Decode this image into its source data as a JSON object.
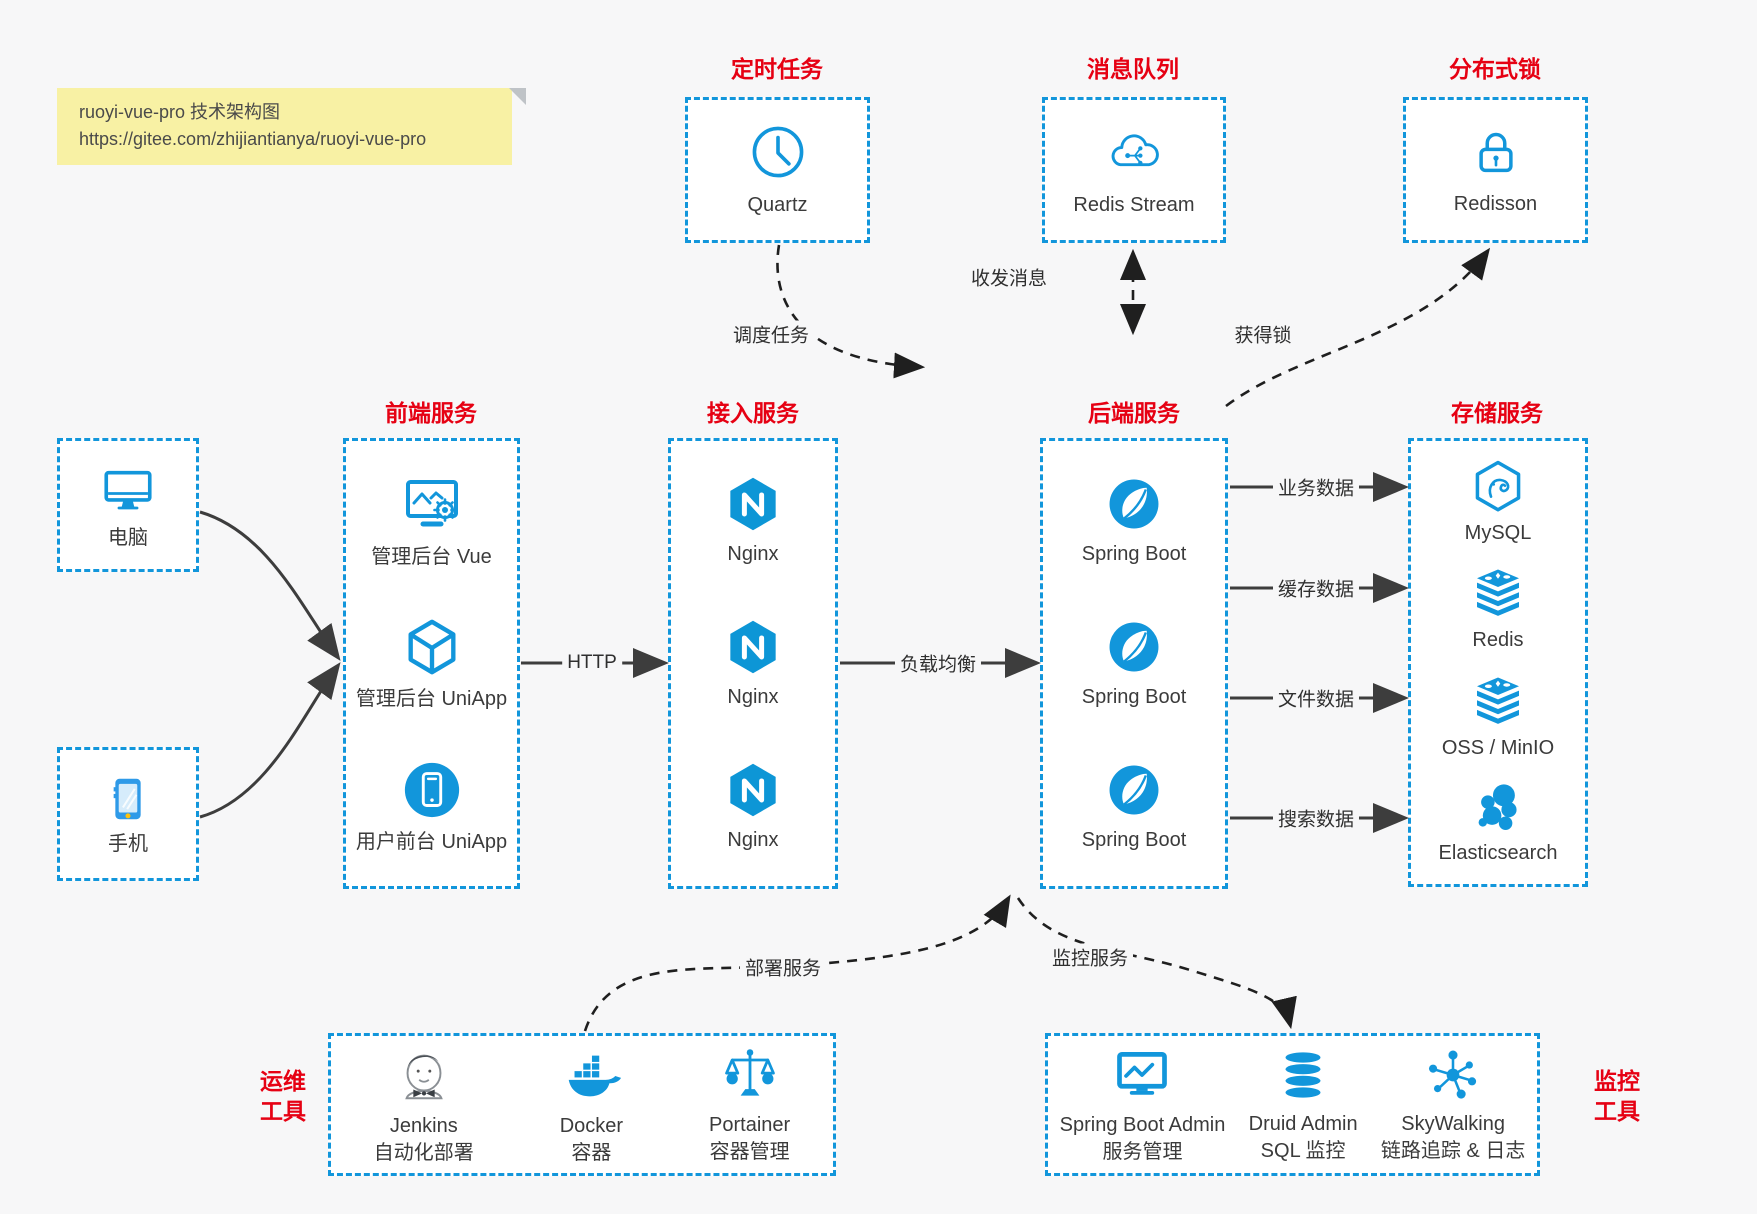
{
  "colors": {
    "accent_blue": "#1296db",
    "title_red": "#e60113",
    "note_bg": "#f8f1a4",
    "canvas_bg": "#f7f7f8",
    "arrow_dark": "#3d3d3d"
  },
  "note": {
    "line1": "ruoyi-vue-pro 技术架构图",
    "line2": "https://gitee.com/zhijiantianya/ruoyi-vue-pro"
  },
  "top_row": [
    {
      "title": "定时任务",
      "icon": "clock-icon",
      "label": "Quartz"
    },
    {
      "title": "消息队列",
      "icon": "cloud-stream-icon",
      "label": "Redis Stream"
    },
    {
      "title": "分布式锁",
      "icon": "lock-icon",
      "label": "Redisson"
    }
  ],
  "clients": [
    {
      "icon": "desktop-icon",
      "label": "电脑"
    },
    {
      "icon": "smartphone-icon",
      "label": "手机"
    }
  ],
  "frontend": {
    "title": "前端服务",
    "items": [
      {
        "icon": "admin-vue-icon",
        "label": "管理后台 Vue"
      },
      {
        "icon": "cube-icon",
        "label": "管理后台 UniApp"
      },
      {
        "icon": "mobile-app-icon",
        "label": "用户前台 UniApp"
      }
    ]
  },
  "gateway": {
    "title": "接入服务",
    "items": [
      {
        "icon": "nginx-icon",
        "label": "Nginx"
      },
      {
        "icon": "nginx-icon",
        "label": "Nginx"
      },
      {
        "icon": "nginx-icon",
        "label": "Nginx"
      }
    ]
  },
  "backend": {
    "title": "后端服务",
    "items": [
      {
        "icon": "spring-icon",
        "label": "Spring Boot"
      },
      {
        "icon": "spring-icon",
        "label": "Spring Boot"
      },
      {
        "icon": "spring-icon",
        "label": "Spring Boot"
      }
    ]
  },
  "storage": {
    "title": "存储服务",
    "items": [
      {
        "icon": "mysql-icon",
        "label": "MySQL"
      },
      {
        "icon": "redis-icon",
        "label": "Redis"
      },
      {
        "icon": "oss-icon",
        "label": "OSS / MinIO"
      },
      {
        "icon": "elasticsearch-icon",
        "label": "Elasticsearch"
      }
    ]
  },
  "ops": {
    "side_title_line1": "运维",
    "side_title_line2": "工具",
    "items": [
      {
        "icon": "jenkins-icon",
        "label": "Jenkins",
        "sublabel": "自动化部署"
      },
      {
        "icon": "docker-icon",
        "label": "Docker",
        "sublabel": "容器"
      },
      {
        "icon": "portainer-icon",
        "label": "Portainer",
        "sublabel": "容器管理"
      }
    ]
  },
  "monitoring": {
    "side_title_line1": "监控",
    "side_title_line2": "工具",
    "items": [
      {
        "icon": "sba-icon",
        "label": "Spring Boot Admin",
        "sublabel": "服务管理"
      },
      {
        "icon": "druid-icon",
        "label": "Druid Admin",
        "sublabel": "SQL 监控"
      },
      {
        "icon": "skywalking-icon",
        "label": "SkyWalking",
        "sublabel": "链路追踪 & 日志"
      }
    ]
  },
  "edges": {
    "http": "HTTP",
    "load_balance": "负载均衡",
    "business_data": "业务数据",
    "cache_data": "缓存数据",
    "file_data": "文件数据",
    "search_data": "搜索数据",
    "schedule_task": "调度任务",
    "send_receive_message": "收发消息",
    "acquire_lock": "获得锁",
    "deploy_service": "部署服务",
    "monitor_service": "监控服务"
  }
}
